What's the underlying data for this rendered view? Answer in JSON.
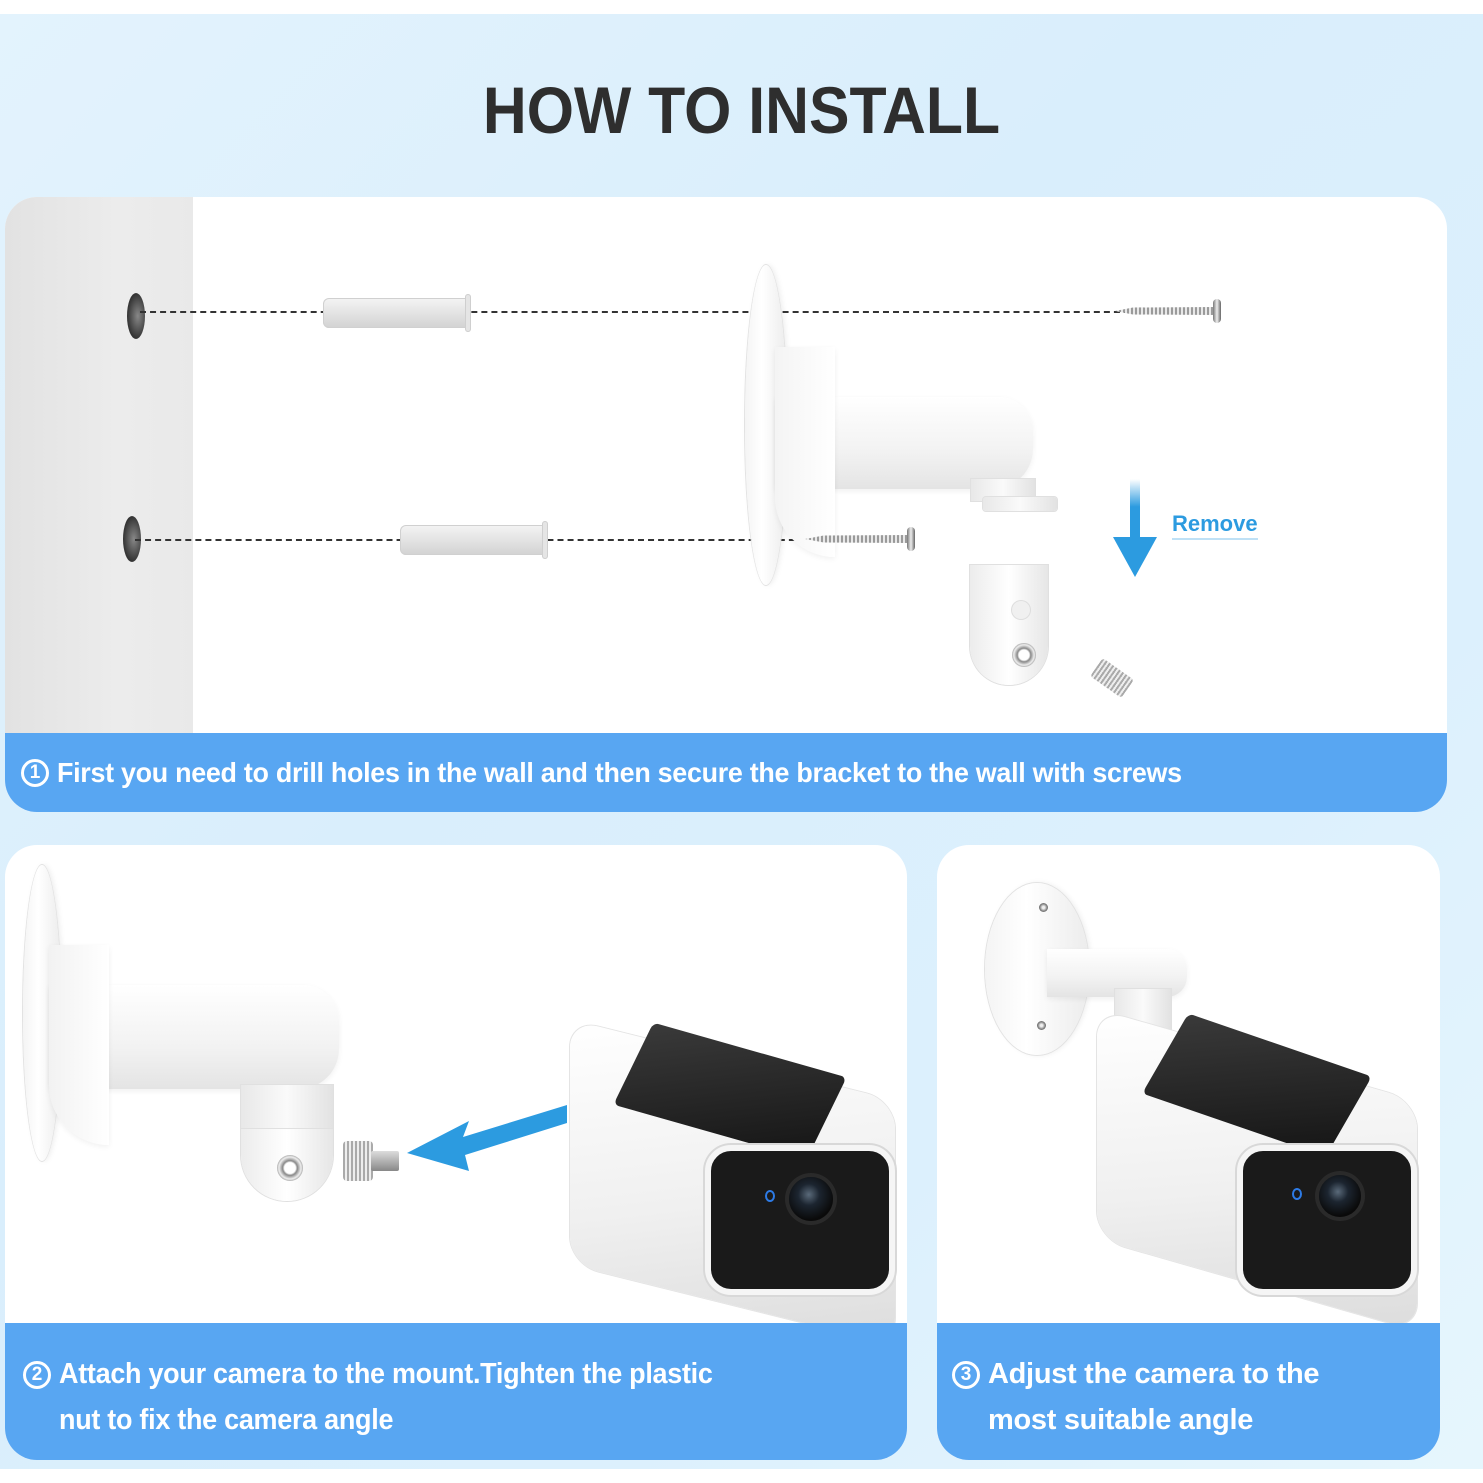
{
  "page": {
    "title": "HOW TO INSTALL",
    "colors": {
      "background": "#dcefff",
      "title_text": "#2e2e2e",
      "caption_band": "#58a6f2",
      "caption_text": "#ffffff",
      "arrow": "#2c9be0",
      "panel": "#ffffff",
      "wall": "#e6e6e6"
    }
  },
  "steps": [
    {
      "number": "1",
      "number_glyph": "①",
      "caption": "First you need to drill holes in the wall and then secure the bracket to the wall with screws",
      "caption_lines": [
        "First you need to drill holes in the wall and then secure the bracket to the wall with screws"
      ],
      "annotation": "Remove",
      "illustration": [
        "wall-with-2-holes",
        "2-wall-anchors",
        "2-screws",
        "wall-bracket",
        "swivel-base",
        "remove-arrow"
      ]
    },
    {
      "number": "2",
      "number_glyph": "②",
      "caption": "Attach your camera to the mount.Tighten the plastic nut to fix the camera angle",
      "caption_lines": [
        "Attach your camera to the mount.Tighten the plastic",
        "nut to fix the camera angle"
      ],
      "illustration": [
        "wall-bracket",
        "swivel-base",
        "attach-arrow",
        "solar-camera"
      ]
    },
    {
      "number": "3",
      "number_glyph": "③",
      "caption": "Adjust the camera to the most suitable angle",
      "caption_lines": [
        "Adjust the camera to the",
        "most suitable angle"
      ],
      "illustration": [
        "mounted-bracket",
        "solar-camera"
      ]
    }
  ]
}
